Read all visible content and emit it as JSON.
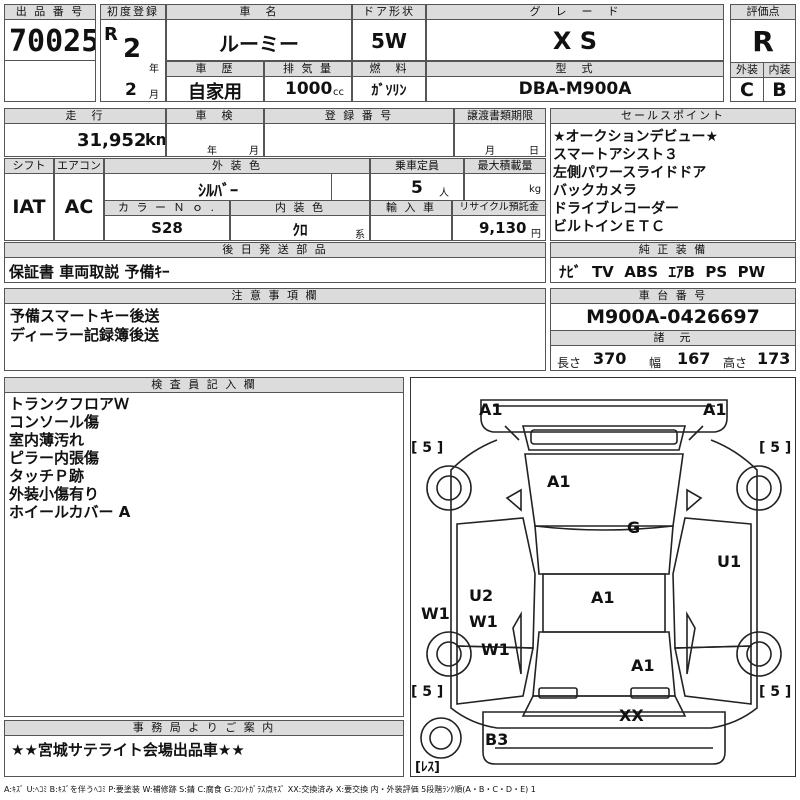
{
  "header": {
    "lot_no_label": "出 品 番 号",
    "lot_no": "70025",
    "first_reg_label": "初度登録",
    "era": "R",
    "year": "2",
    "year_unit": "年",
    "month": "2",
    "month_unit": "月",
    "car_name_label": "車　名",
    "car_name": "ルーミー",
    "door_label": "ドア形状",
    "door": "5W",
    "grade_label": "グ　レ　ー　ド",
    "grade": "X S",
    "score_label": "評価点",
    "score": "R",
    "history_label": "車　歴",
    "history": "自家用",
    "displacement_label": "排 気 量",
    "displacement": "1000",
    "displacement_unit": "cc",
    "fuel_label": "燃　料",
    "fuel": "ｶﾞｿﾘﾝ",
    "model_label": "型　式",
    "model": "DBA-M900A",
    "exterior_label": "外装",
    "exterior": "C",
    "interior_label": "内装",
    "interior": "B"
  },
  "mileage": {
    "label": "走　行",
    "value": "31,952",
    "unit": "km",
    "inspection_label": "車　検",
    "year_unit": "年",
    "month_unit": "月",
    "reg_no_label": "登 録 番 号",
    "transfer_label": "譲渡書類期限",
    "transfer_month": "月",
    "transfer_day": "日"
  },
  "specs": {
    "shift_label": "シフト",
    "shift": "IAT",
    "ac_label": "エアコン",
    "ac": "AC",
    "color_label": "外 装 色",
    "color": "ｼﾙﾊﾞｰ",
    "capacity_label": "乗車定員",
    "capacity": "5",
    "capacity_unit": "人",
    "max_load_label": "最大積載量",
    "max_load_unit": "kg",
    "color_no_label": "カ ラ ー Ｎ ｏ .",
    "color_no": "S28",
    "int_color_label": "内 装 色",
    "int_color": "ｸﾛ",
    "int_color_unit": "系",
    "import_label": "輸 入 車",
    "recycle_label": "リサイクル預託金",
    "recycle": "9,130",
    "recycle_unit": "円"
  },
  "sales_points": {
    "label": "セールスポイント",
    "items": [
      "★オークションデビュー★",
      "スマートアシスト３",
      "左側パワースライドドア",
      "バックカメラ",
      "ドライブレコーダー",
      "ビルトインＥＴＣ"
    ]
  },
  "later_parts": {
    "label": "後 日 発 送 部 品",
    "text": "保証書 車両取説 予備ｷｰ"
  },
  "equipment": {
    "label": "純 正 装 備",
    "text": "ﾅﾋﾞ  TV  ABS  ｴｱB  PS  PW"
  },
  "notes": {
    "label": "注 意 事 項 欄",
    "lines": [
      "予備スマートキー後送",
      "ディーラー記録簿後送"
    ]
  },
  "chassis": {
    "label": "車 台 番 号",
    "value": "M900A-0426697"
  },
  "dimensions": {
    "label": "諸　元",
    "length_label": "長さ",
    "length": "370",
    "width_label": "幅",
    "width": "167",
    "height_label": "高さ",
    "height": "173"
  },
  "inspector": {
    "label": "検 査 員 記 入 欄",
    "lines": [
      "トランクフロアＷ",
      "コンソール傷",
      "室内薄汚れ",
      "ピラー内張傷",
      "タッチＰ跡",
      "外装小傷有り",
      "ホイールカバー A"
    ]
  },
  "office": {
    "label": "事 務 局 よ り ご 案 内",
    "text": "★★宮城サテライト会場出品車★★"
  },
  "legend": "A:ｷｽﾞ U:ﾍｺﾐ B:ｷｽﾞを伴うﾍｺﾐ P:要塗装 W:補修跡 S:錆 C:腐食 G:ﾌﾛﾝﾄｶﾞﾗｽ点ｷｽﾞ XX:交換済み X:要交換 内・外装評価 5段階ﾗﾝｸ順(A・B・C・D・E) 1",
  "diagram": {
    "marks": {
      "front_left": "A1",
      "front_right": "A1",
      "hood": "A1",
      "windshield": "G",
      "right_front_door": "U1",
      "left_door_u2": "U2",
      "left_door_w1": "W1",
      "left_side_w1": "W1",
      "left_rear_w1": "W1",
      "roof": "A1",
      "rear_hatch": "A1",
      "rear_panel": "XX",
      "rear_bumper": "B3"
    },
    "tire_left_front": "[ 5 ]",
    "tire_right_front": "[ 5 ]",
    "tire_left_rear": "[ 5 ]",
    "tire_right_rear": "[ 5 ]",
    "spare": "[ﾚｽ]"
  }
}
